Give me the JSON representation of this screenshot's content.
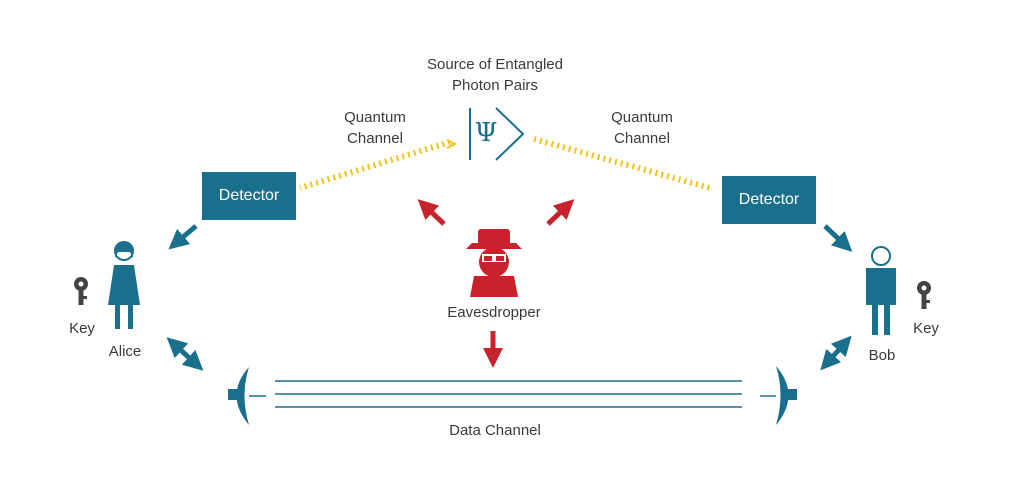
{
  "source": {
    "line1": "Source of Entangled",
    "line2": "Photon Pairs",
    "symbol": "Ψ"
  },
  "quantum_left": {
    "line1": "Quantum",
    "line2": "Channel"
  },
  "quantum_right": {
    "line1": "Quantum",
    "line2": "Channel"
  },
  "detector_left": "Detector",
  "detector_right": "Detector",
  "eavesdropper": "Eavesdropper",
  "alice": {
    "name": "Alice",
    "key": "Key"
  },
  "bob": {
    "name": "Bob",
    "key": "Key"
  },
  "data_channel": "Data Channel",
  "colors": {
    "teal": "#1a6f8c",
    "red": "#c8232c",
    "yellow": "#f2c31b",
    "icon": "#2a2a2a"
  }
}
